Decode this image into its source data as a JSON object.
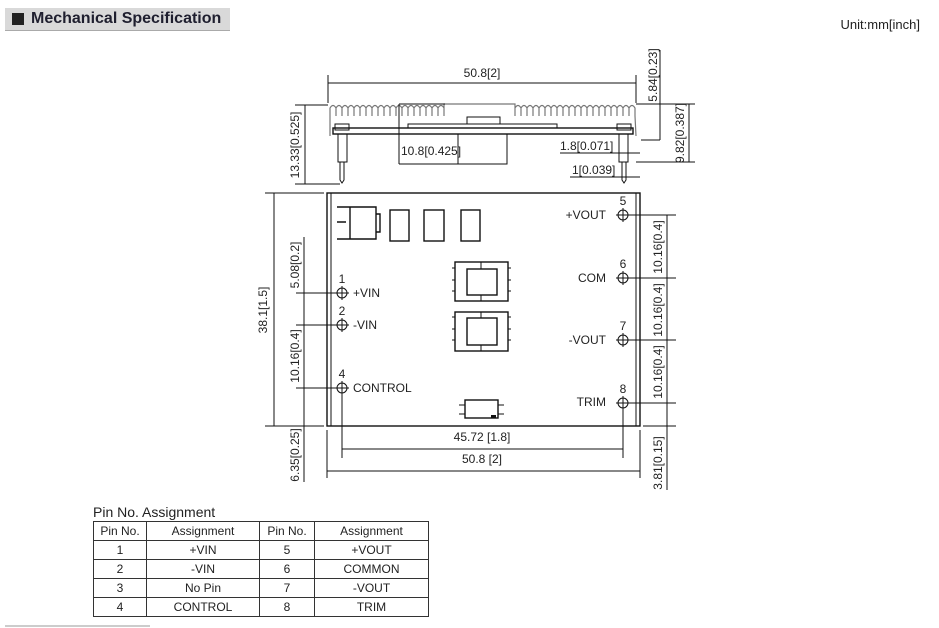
{
  "header": {
    "title": "Mechanical Specification",
    "unit": "Unit:mm[inch]"
  },
  "side_view": {
    "width": "50.8[2]",
    "height_total": "13.33[0.525]",
    "heatsink_top": "5.84[0.23]",
    "height_body": "9.82[0.387]",
    "component_height": "10.8[0.425]",
    "pin_shoulder": "1.8[0.071]",
    "pin_diameter": "1[0.039]"
  },
  "top_view": {
    "height": "38.1[1.5]",
    "pin1_offset": "5.08[0.2]",
    "pin_pitch_left": "10.16[0.4]",
    "bottom_offset_left": "6.35[0.25]",
    "pitch_right_1": "10.16[0.4]",
    "pitch_right_2": "10.16[0.4]",
    "pitch_right_3": "10.16[0.4]",
    "bottom_offset_right": "3.81[0.15]",
    "pin_span": "45.72 [1.8]",
    "width": "50.8 [2]",
    "pins": [
      {
        "num": "1",
        "label": "+VIN"
      },
      {
        "num": "2",
        "label": "-VIN"
      },
      {
        "num": "4",
        "label": "CONTROL"
      },
      {
        "num": "5",
        "label": "+VOUT"
      },
      {
        "num": "6",
        "label": "COM"
      },
      {
        "num": "7",
        "label": "-VOUT"
      },
      {
        "num": "8",
        "label": "TRIM"
      }
    ]
  },
  "pin_table": {
    "title": "Pin No.  Assignment",
    "headers": [
      "Pin No.",
      "Assignment",
      "Pin No.",
      "Assignment"
    ],
    "rows": [
      [
        "1",
        "+VIN",
        "5",
        "+VOUT"
      ],
      [
        "2",
        "-VIN",
        "6",
        "COMMON"
      ],
      [
        "3",
        "No Pin",
        "7",
        "-VOUT"
      ],
      [
        "4",
        "CONTROL",
        "8",
        "TRIM"
      ]
    ]
  }
}
